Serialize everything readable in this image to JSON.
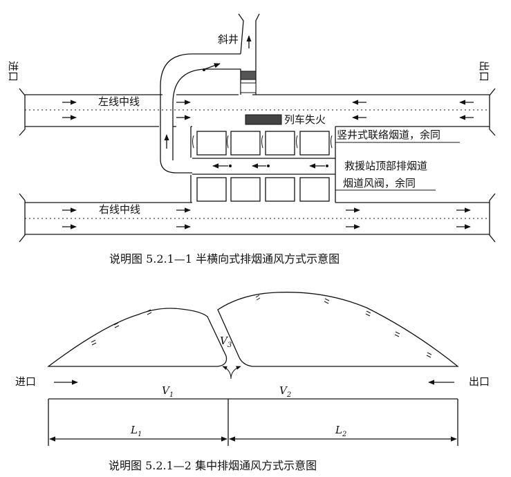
{
  "figure1": {
    "caption": "说明图 5.2.1—1   半横向式排烟通风方式示意图",
    "labels": {
      "incline_shaft": "斜井",
      "entrance": "进口",
      "exit": "出口",
      "left_line": "左线中线",
      "right_line": "右线中线",
      "train_fire": "列车失火",
      "shaft_duct": "竖井式联络烟道，余同",
      "top_exhaust": "救援站顶部排烟道",
      "damper": "烟道风阀，余同"
    }
  },
  "figure2": {
    "caption": "说明图 5.2.1—2   集中排烟通风方式示意图",
    "labels": {
      "entrance": "进口",
      "exit": "出口",
      "v1": "V",
      "v1_sub": "1",
      "v2": "V",
      "v2_sub": "2",
      "v3": "V",
      "v3_sub": "3",
      "l1": "L",
      "l1_sub": "1",
      "l2": "L",
      "l2_sub": "2"
    }
  }
}
